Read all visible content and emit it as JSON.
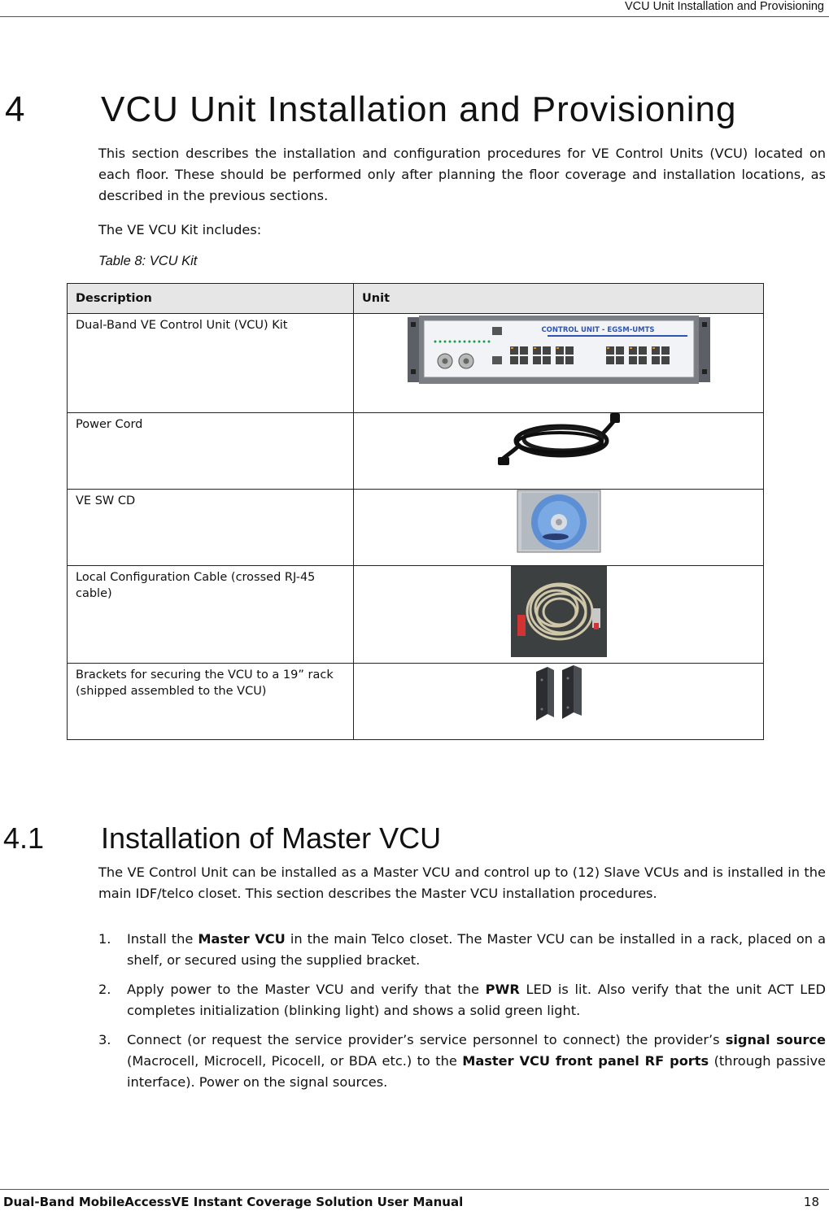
{
  "header": {
    "title": "VCU Unit Installation and Provisioning"
  },
  "chapter": {
    "number": "4",
    "title": "VCU Unit Installation and Provisioning"
  },
  "intro": {
    "paragraph": "This section describes the installation and configuration procedures for VE Control Units (VCU) located on each floor. These should be performed only after planning the floor coverage and installation locations, as described in the previous sections.",
    "kit_intro": "The VE VCU Kit includes:"
  },
  "table": {
    "caption": "Table 8: VCU Kit",
    "headers": {
      "description": "Description",
      "unit": "Unit"
    },
    "rows": [
      {
        "description": "Dual-Band VE Control Unit (VCU) Kit",
        "image": "vcu-unit-image",
        "image_text": "CONTROL UNIT - EGSM-UMTS"
      },
      {
        "description": "Power Cord",
        "image": "power-cord-image"
      },
      {
        "description": "VE SW CD",
        "image": "software-cd-image"
      },
      {
        "description": "Local Configuration Cable (crossed RJ-45 cable)",
        "image": "rj45-cable-image"
      },
      {
        "description": "Brackets for securing the VCU to a 19” rack (shipped assembled to the VCU)",
        "image": "rack-brackets-image"
      }
    ]
  },
  "section": {
    "number": "4.1",
    "title": "Installation of Master VCU",
    "intro": "The VE Control Unit can be installed as a Master VCU and control up to (12) Slave VCUs and is installed in the main IDF/telco closet. This section describes the Master VCU installation procedures.",
    "steps": [
      {
        "num": "1.",
        "a": "Install the ",
        "b1": "Master VCU",
        "c": " in the main Telco closet. The Master VCU can be installed in a rack, placed on a shelf, or secured using the supplied bracket."
      },
      {
        "num": "2.",
        "a": "Apply power to the Master VCU and verify that the ",
        "b1": "PWR",
        "c": " LED is lit. Also verify that the unit ACT LED completes initialization (blinking light) and shows a solid green light."
      },
      {
        "num": "3.",
        "a": "Connect (or request the service provider’s service personnel to connect) the provider’s ",
        "b1": "signal source",
        "c": " (Macrocell, Microcell, Picocell, or BDA etc.) to the ",
        "b2": "Master VCU front panel RF ports",
        "d": " (through passive interface). Power on the signal sources."
      }
    ]
  },
  "footer": {
    "manual_title": "Dual-Band MobileAccessVE Instant Coverage Solution User Manual",
    "page_number": "18"
  }
}
